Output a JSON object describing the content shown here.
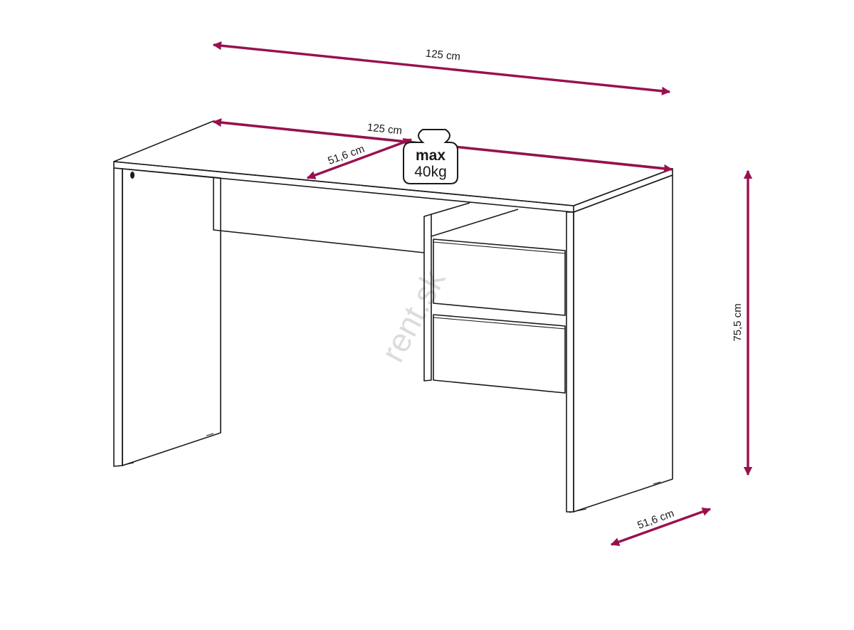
{
  "dimensions": {
    "overall_width": "125 cm",
    "top_width": "125 cm",
    "top_depth": "51,6 cm",
    "height": "75,5 cm",
    "base_depth": "51,6 cm"
  },
  "weight_badge": {
    "line1": "max",
    "line2": "40kg"
  },
  "watermark": "rent.sk",
  "colors": {
    "dimension_arrow": "#99104f",
    "outline": "#1a1a1a",
    "background": "#ffffff",
    "watermark": "#dcdcdc"
  }
}
